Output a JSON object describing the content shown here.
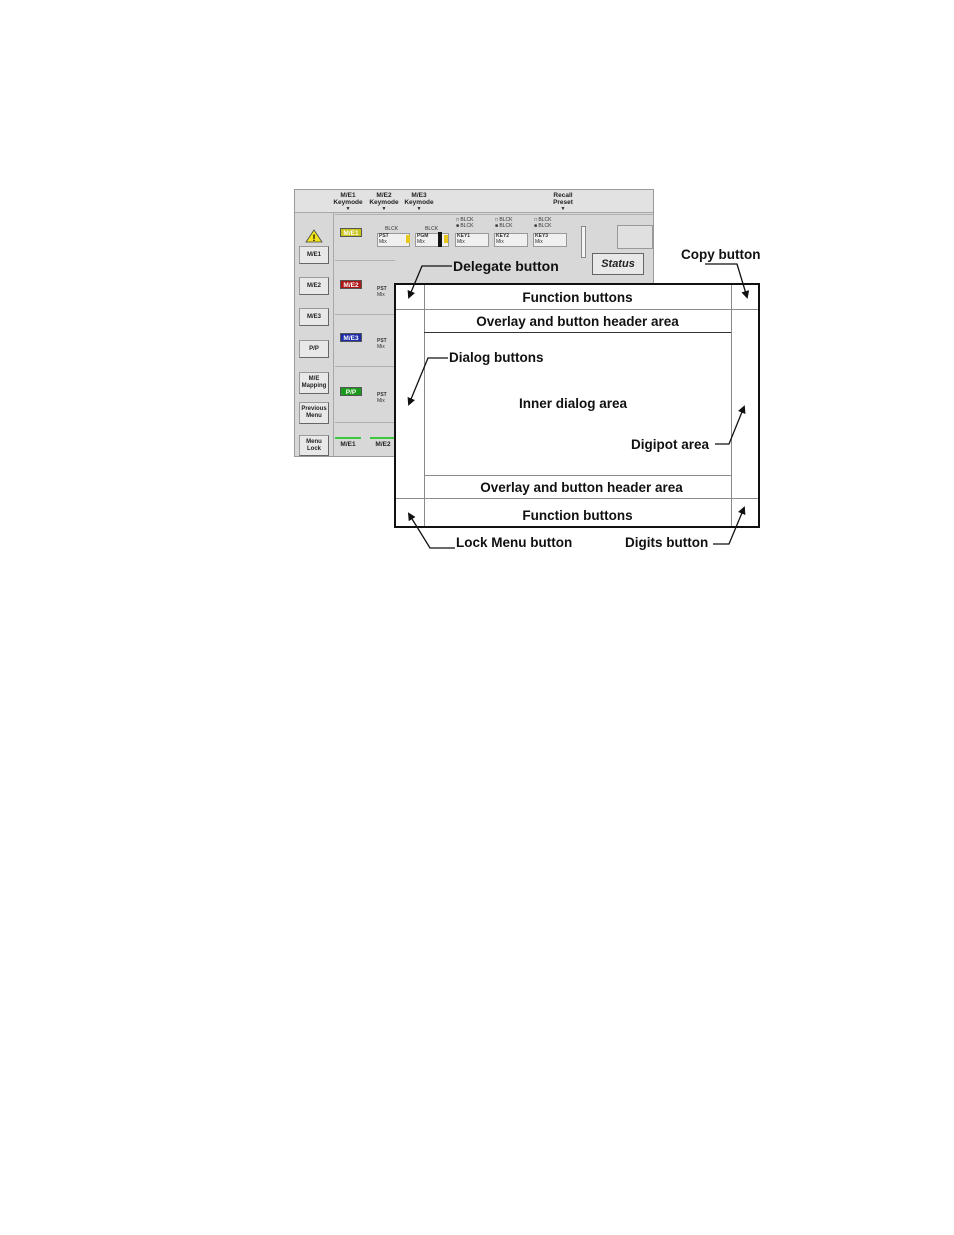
{
  "screenshot": {
    "topbar": {
      "me1_keymode": [
        "M/E1",
        "Keymode"
      ],
      "me2_keymode": [
        "M/E2",
        "Keymode"
      ],
      "me3_keymode": [
        "M/E3",
        "Keymode"
      ],
      "recall_preset": [
        "Recall",
        "Preset"
      ]
    },
    "sidebar": [
      "M/E1",
      "M/E2",
      "M/E3",
      "P/P",
      "M/E Mapping",
      "Previous Menu",
      "Menu Lock"
    ],
    "me_labels": {
      "me1": "M/E1",
      "me2": "M/E2",
      "me3": "M/E3",
      "pp": "P/P"
    },
    "me_colors": {
      "me1": "#c9c51a",
      "me2": "#b01818",
      "me3": "#1a2aa8",
      "pp": "#1a9a1a"
    },
    "row1": {
      "pst": "PST",
      "pgm": "PGM",
      "key1": "KEY1",
      "key2": "KEY2",
      "key3": "KEY3",
      "mix": "Mix",
      "blck": "BLCK"
    },
    "row_pst": "PST",
    "row_mix": "Mix",
    "bottom_tabs": [
      "M/E1",
      "M/E2"
    ],
    "status_button": "Status"
  },
  "diagram": {
    "function_buttons_top": "Function buttons",
    "overlay_header_top": "Overlay and button header area",
    "inner_dialog": "Inner dialog area",
    "overlay_header_bottom": "Overlay and button header area",
    "function_buttons_bottom": "Function buttons"
  },
  "callouts": {
    "delegate": "Delegate button",
    "copy": "Copy button",
    "dialog": "Dialog buttons",
    "digipot": "Digipot area",
    "lock_menu": "Lock Menu button",
    "digits": "Digits button"
  }
}
